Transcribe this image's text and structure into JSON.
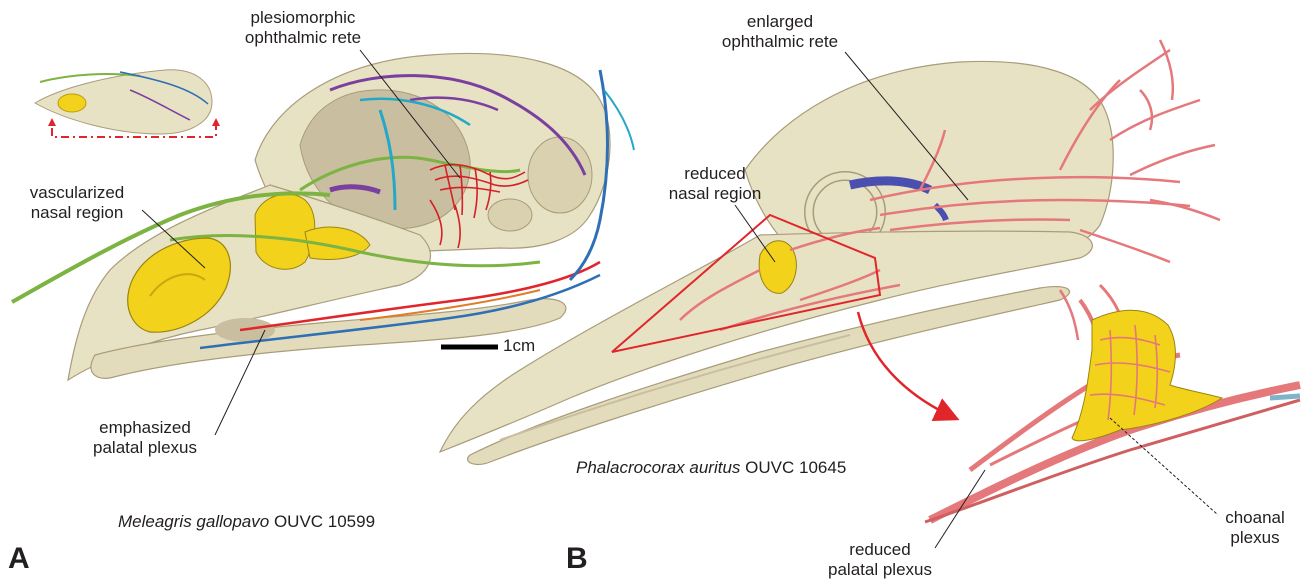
{
  "panels": {
    "a": {
      "letter": "A",
      "species_name": "Meleagris gallopavo",
      "specimen": "OUVC 10599",
      "labels": {
        "rete_line1": "plesiomorphic",
        "rete_line2": "ophthalmic rete",
        "nasal_line1": "vascularized",
        "nasal_line2": "nasal region",
        "palatal_line1": "emphasized",
        "palatal_line2": "palatal plexus"
      },
      "scale_bar": "1cm"
    },
    "b": {
      "letter": "B",
      "species_name": "Phalacrocorax auritus",
      "specimen": "OUVC 10645",
      "labels": {
        "rete_line1": "enlarged",
        "rete_line2": "ophthalmic rete",
        "nasal_line1": "reduced",
        "nasal_line2": "nasal region",
        "choanal_line1": "choanal",
        "choanal_line2": "plexus",
        "palatal_line1": "reduced",
        "palatal_line2": "palatal plexus"
      }
    }
  },
  "colors": {
    "bone": "#e8e2c4",
    "bone_shade": "#c9bfa0",
    "bone_dark": "#a89c7a",
    "sinus_yellow": "#f2d21a",
    "vessel_pink": "#e5787a",
    "rete_red": "#d61f26",
    "vessel_green": "#7cb342",
    "vessel_blue": "#2e6fb5",
    "vessel_purple": "#7b3fa0",
    "vessel_cyan": "#25a8c8",
    "vessel_orange": "#e07b28",
    "highlight_red": "#e0262b"
  }
}
